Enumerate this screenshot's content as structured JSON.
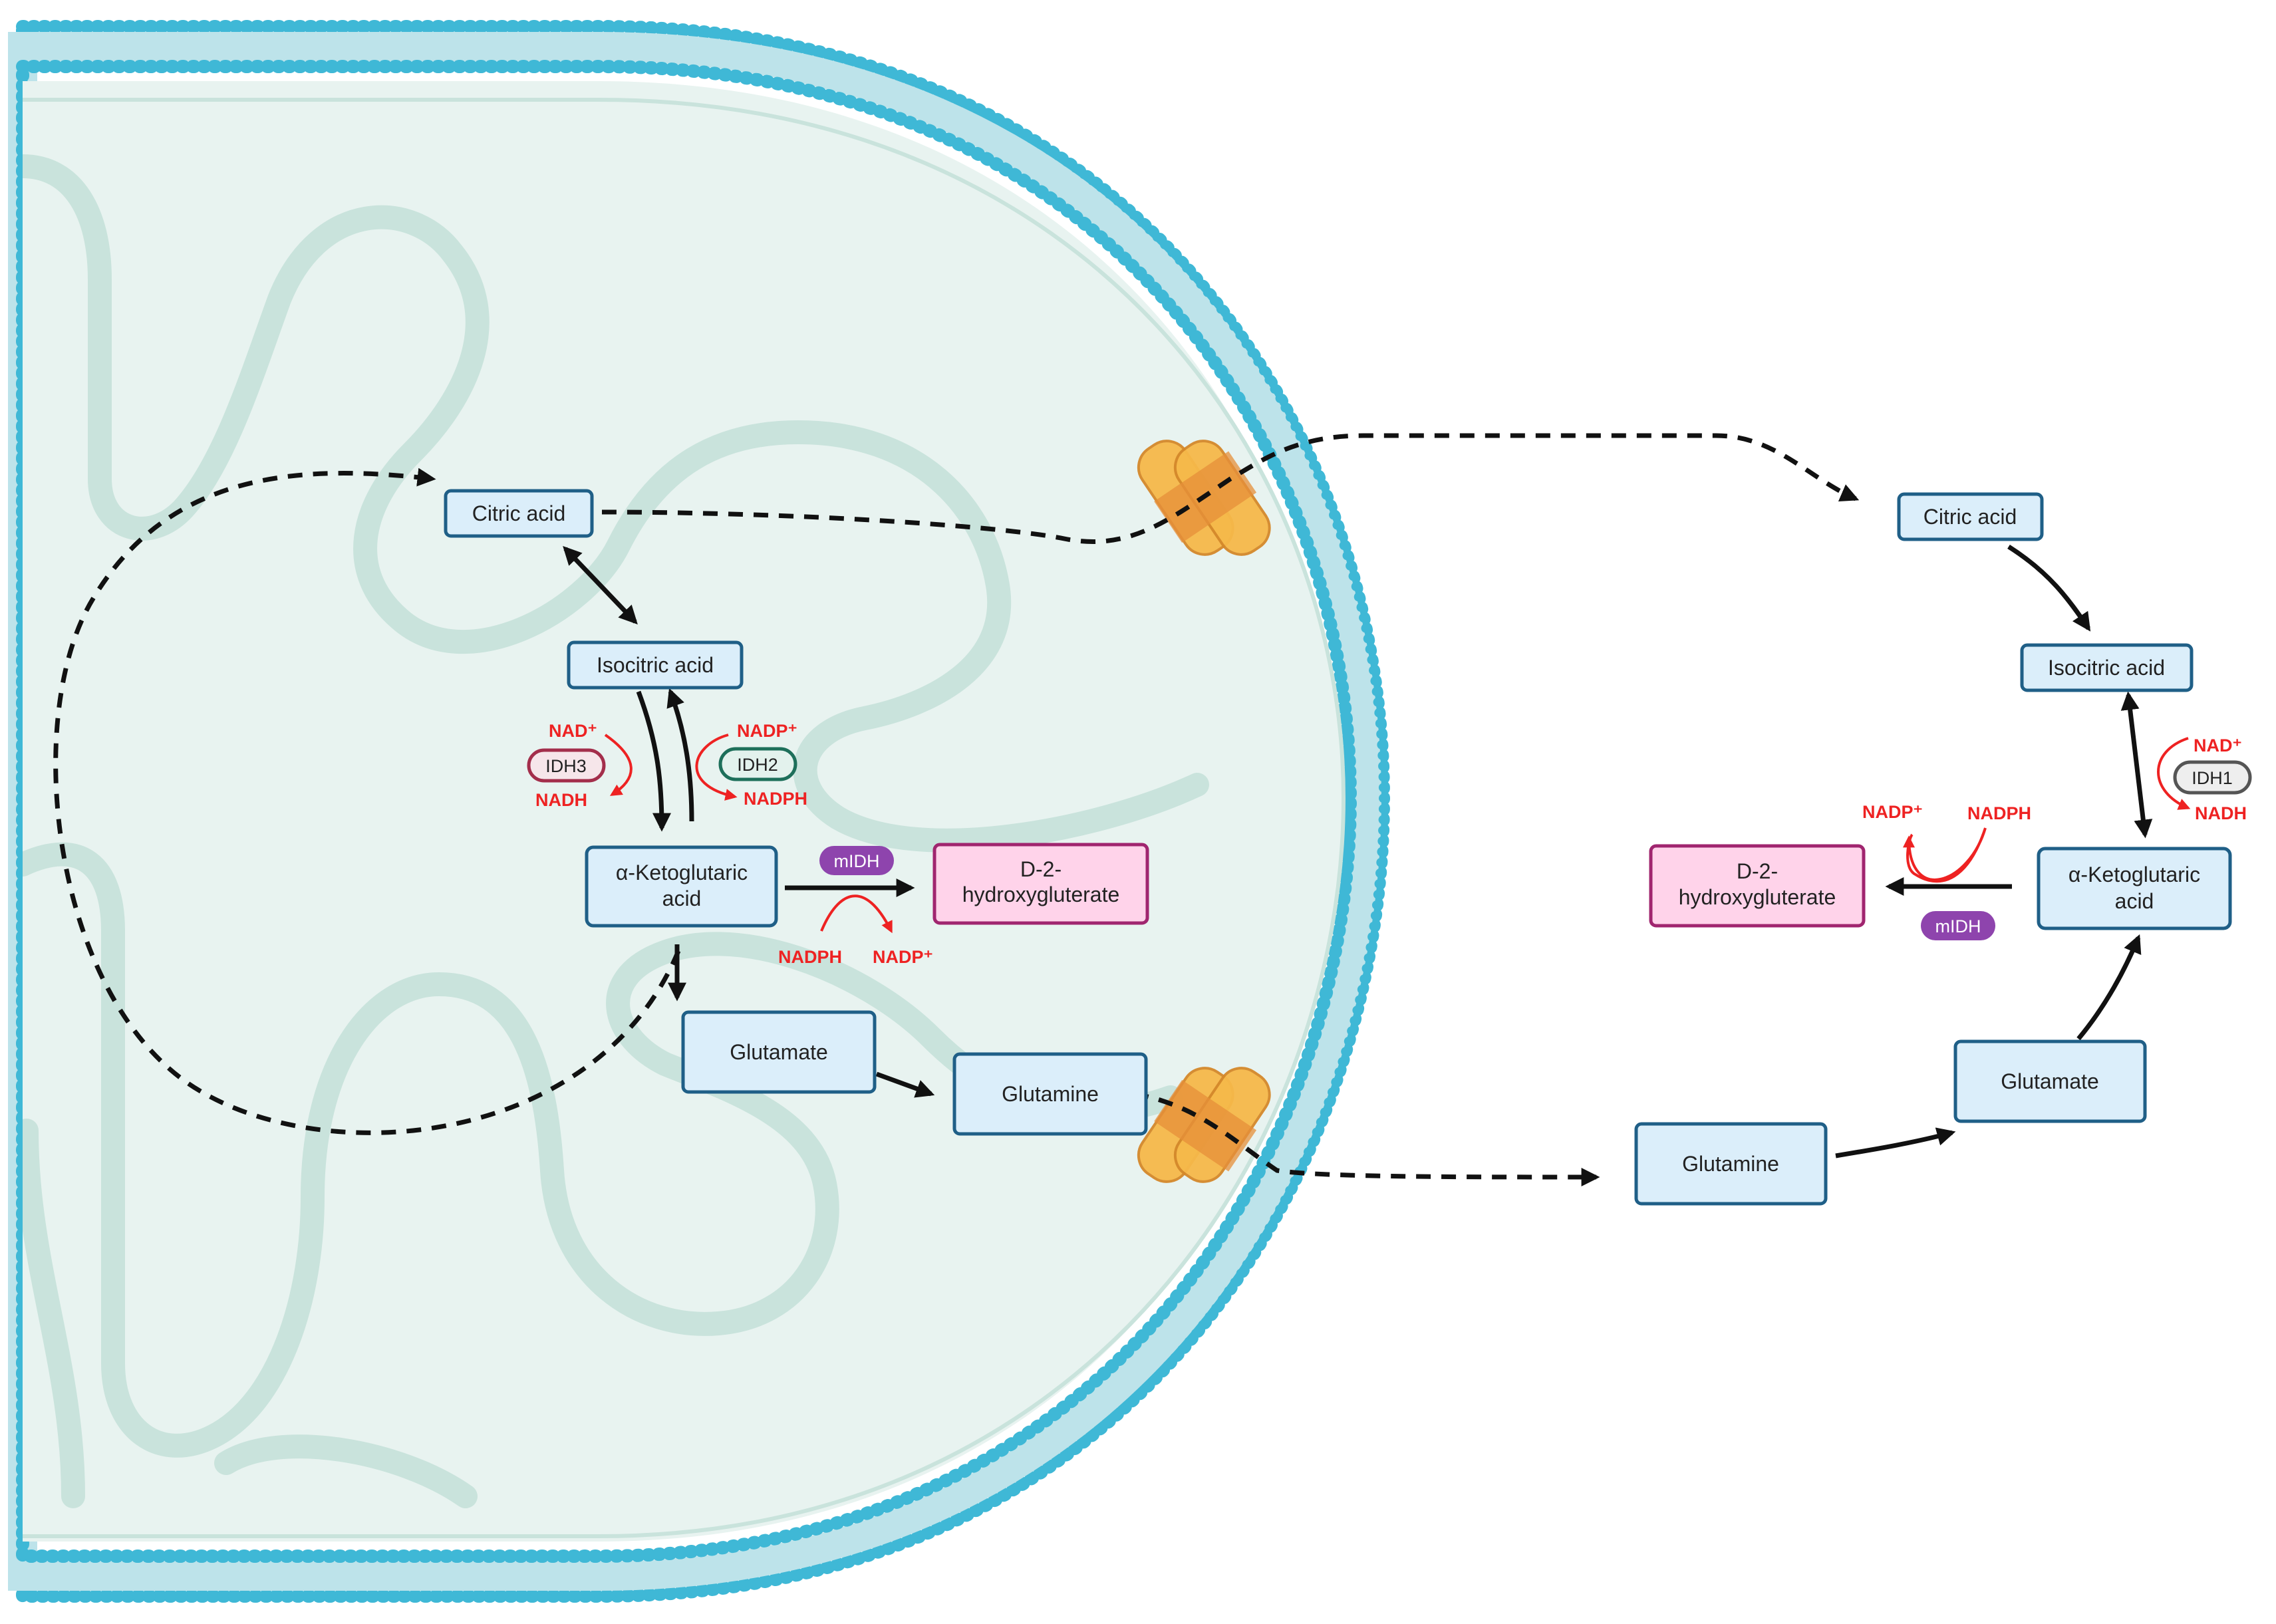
{
  "colors": {
    "membrane_blue": "#3fb8d6",
    "matrix_fill": "#e8f3f0",
    "cristae": "#cfe6df",
    "box_fill": "#dbeefa",
    "box_stroke": "#1f5f87",
    "pink_fill": "#ffd3ea",
    "pink_stroke": "#a0256f",
    "cofactor_red": "#ee2222",
    "mIDH": "#8e44ad",
    "IDH3": "#a32e4b",
    "IDH2": "#1d6f5a",
    "IDH1": "#555555",
    "transporter": "#f4a93c"
  },
  "mitochondrion": {
    "citric_acid": "Citric acid",
    "isocitric_acid": "Isocitric acid",
    "akg_line1": "α-Ketoglutaric",
    "akg_line2": "acid",
    "d2hg_line1": "D-2-",
    "d2hg_line2": "hydroxygluterate",
    "glutamate": "Glutamate",
    "glutamine": "Glutamine",
    "idh3": "IDH3",
    "idh2": "IDH2",
    "midh": "mIDH",
    "nad_plus": "NAD⁺",
    "nadh": "NADH",
    "nadp_plus": "NADP⁺",
    "nadph": "NADPH",
    "nadph_midh": "NADPH",
    "nadp_plus_midh": "NADP⁺"
  },
  "cytosol": {
    "citric_acid": "Citric acid",
    "isocitric_acid": "Isocitric acid",
    "akg_line1": "α-Ketoglutaric",
    "akg_line2": "acid",
    "d2hg_line1": "D-2-",
    "d2hg_line2": "hydroxygluterate",
    "glutamate": "Glutamate",
    "glutamine": "Glutamine",
    "idh1": "IDH1",
    "midh": "mIDH",
    "nad_plus": "NAD⁺",
    "nadh": "NADH",
    "nadp_plus": "NADP⁺",
    "nadph": "NADPH"
  }
}
